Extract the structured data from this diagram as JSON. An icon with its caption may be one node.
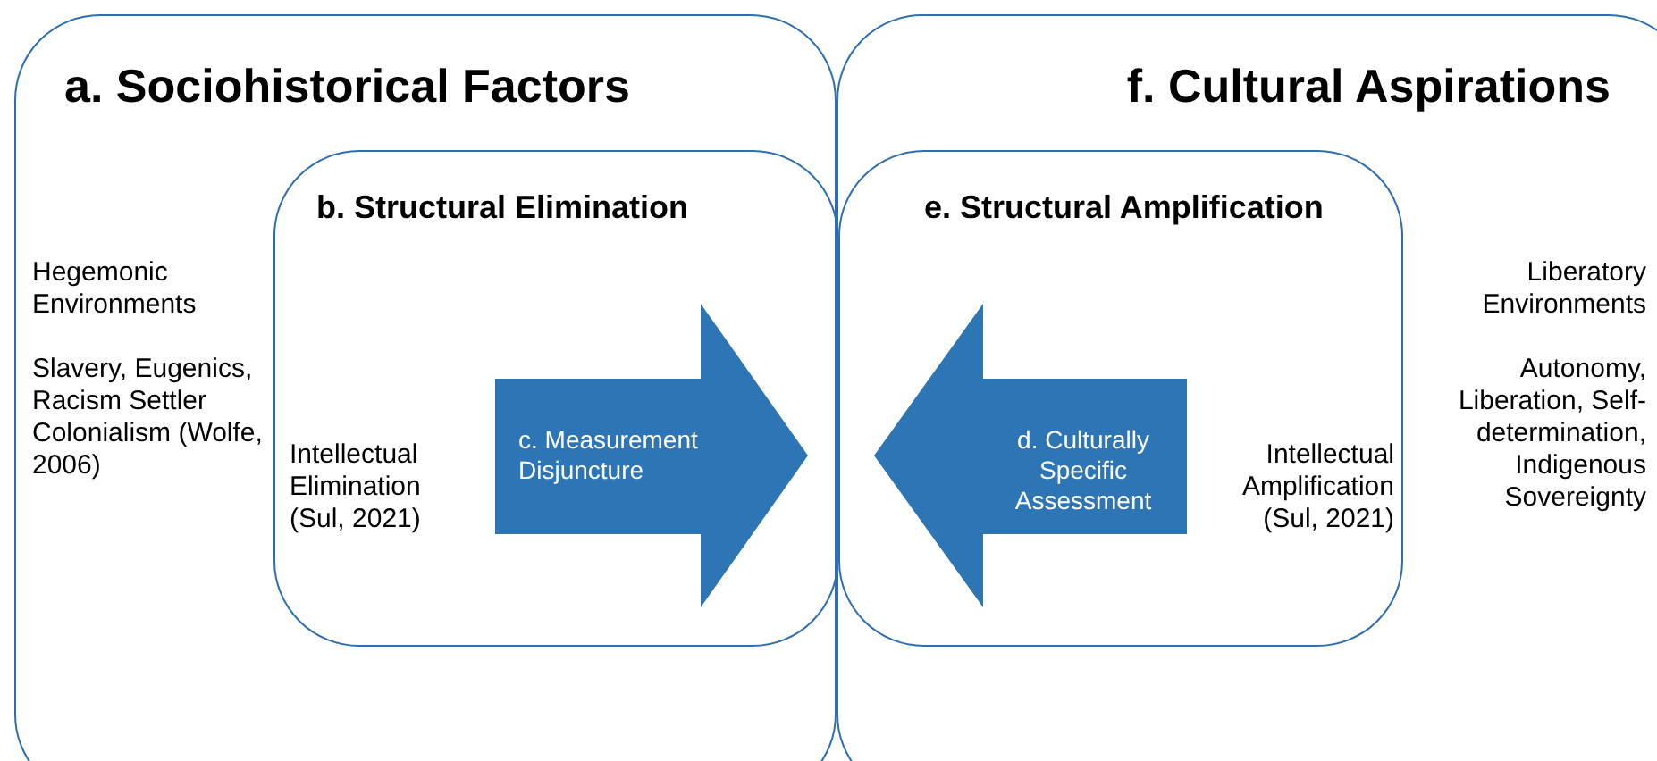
{
  "diagram": {
    "nodes": [
      {
        "text": [
          "a. Sociohistorical Factors",
          "Hegemonic Environments",
          "Slavery, Eugenics, Racism Settler Colonialism (Wolfe, 2006)"
        ]
      },
      {
        "text": [
          "b. Structural Elimination",
          "Intellectual Elimination (Sul, 2021)"
        ],
        "in": 0
      },
      {
        "text": [
          "c. Measurement Disjuncture"
        ],
        "in": 1
      },
      {
        "text": [
          "f. Cultural Aspirations",
          "Liberatory Environments",
          "Autonomy, Liberation, Self-determination, Indigenous Sovereignty"
        ]
      },
      {
        "text": [
          "e. Structural Amplification",
          "Intellectual Amplification (Sul, 2021)"
        ],
        "in": 3
      },
      {
        "text": [
          "d. Culturally Specific Assessment"
        ],
        "in": 4
      }
    ]
  }
}
